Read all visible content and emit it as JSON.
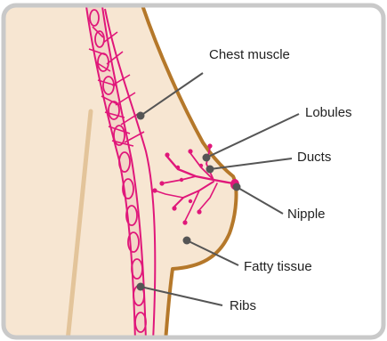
{
  "diagram": {
    "labels": {
      "chest_muscle": "Chest muscle",
      "lobules": "Lobules",
      "ducts": "Ducts",
      "nipple": "Nipple",
      "fatty_tissue": "Fatty tissue",
      "ribs": "Ribs"
    },
    "colors": {
      "skin": "#f7e6d2",
      "outline": "#b5782a",
      "tissue": "#e0177a",
      "leader": "#555555",
      "frame": "#c9c9c9",
      "arm_line": "#e3c49a"
    }
  }
}
